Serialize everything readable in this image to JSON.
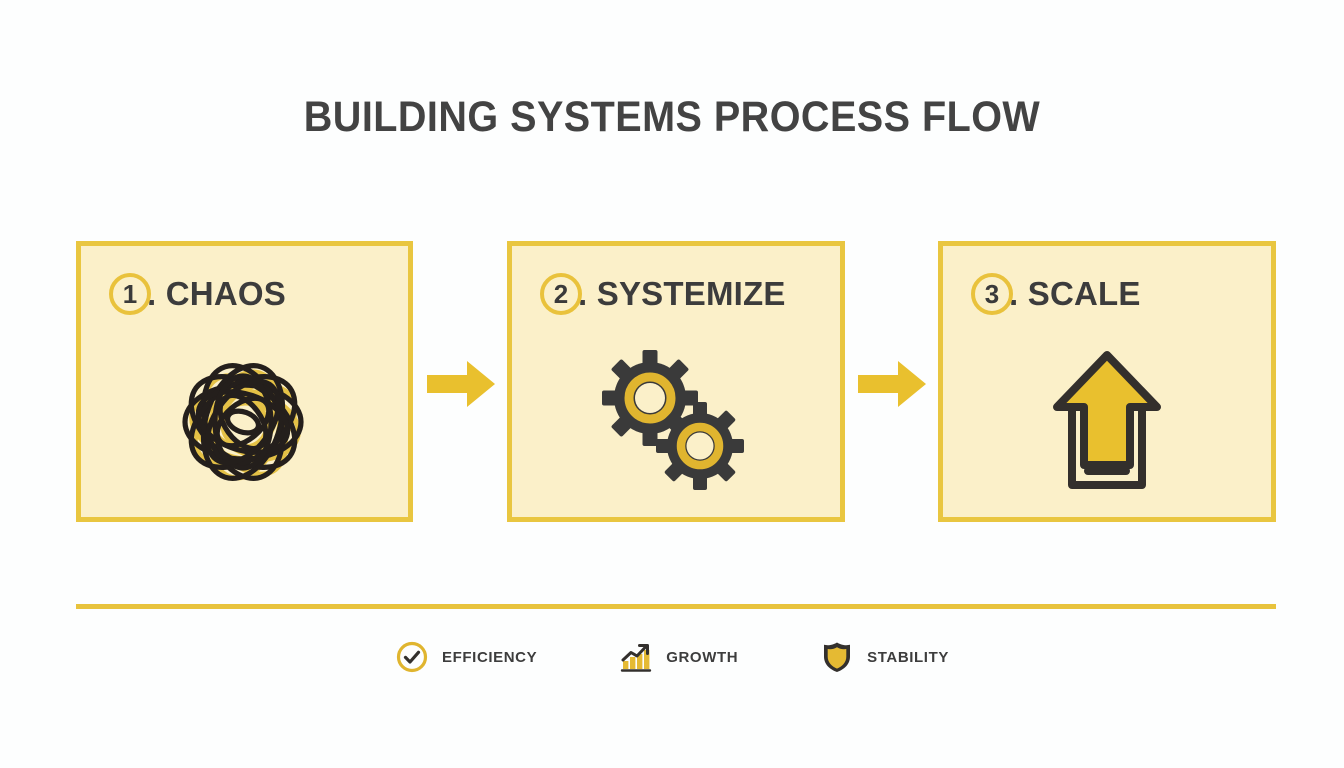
{
  "page": {
    "title": "BUILDING SYSTEMS PROCESS FLOW",
    "background_color": "#fdfefe"
  },
  "theme": {
    "accent_gold": "#e9c23c",
    "accent_gold_deep": "#e6bb2b",
    "card_fill": "#fbf0c9",
    "card_border": "#e9c640",
    "ink": "#3a3a3a",
    "title_ink": "#434343"
  },
  "steps": [
    {
      "number": "1",
      "separator": ".",
      "label": "CHAOS",
      "icon": "tangled-scribble-icon"
    },
    {
      "number": "2",
      "separator": ".",
      "label": "SYSTEMIZE",
      "icon": "gears-icon"
    },
    {
      "number": "3",
      "separator": ".",
      "label": "SCALE",
      "icon": "upward-arrow-icon"
    }
  ],
  "connectors": [
    {
      "icon": "right-arrow-icon"
    },
    {
      "icon": "right-arrow-icon"
    }
  ],
  "benefits": [
    {
      "label": "EFFICIENCY",
      "icon": "check-circle-icon"
    },
    {
      "label": "GROWTH",
      "icon": "bar-chart-up-icon"
    },
    {
      "label": "STABILITY",
      "icon": "shield-icon"
    }
  ]
}
